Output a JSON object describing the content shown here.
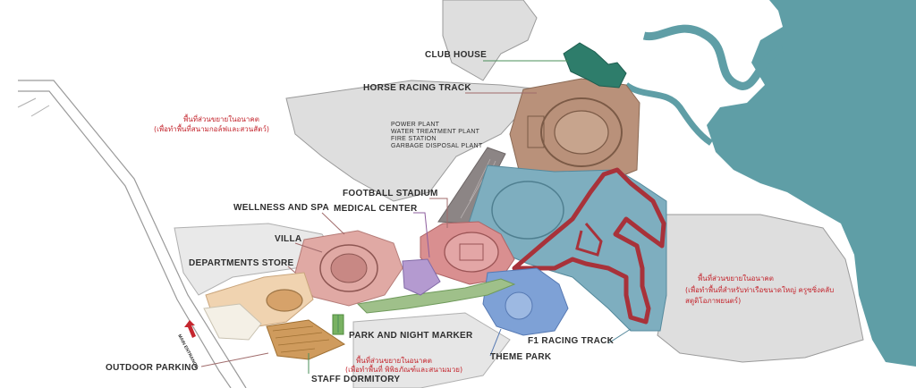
{
  "labels": {
    "club_house": "CLUB HOUSE",
    "horse_racing_track": "HORSE RACING TRACK",
    "power_plant": "POWER PLANT",
    "water_treatment_plant": "WATER TREATMENT PLANT",
    "fire_station": "FIRE STATION",
    "garbage_disposal_plant": "GARBAGE DISPOSAL PLANT",
    "football_stadium": "FOOTBALL STADIUM",
    "wellness_and_spa": "WELLNESS AND SPA",
    "medical_center": "MEDICAL CENTER",
    "villa": "VILLA",
    "departments_store": "DEPARTMENTS STORE",
    "park_and_night_marker": "PARK AND NIGHT MARKER",
    "outdoor_parking": "OUTDOOR PARKING",
    "staff_dormitory": "STAFF DORMITORY",
    "f1_racing_track": "F1 RACING TRACK",
    "theme_park": "THEME PARK",
    "main_entrance": "MAIN ENTRANCE"
  },
  "thai_notes": {
    "future_area_1_line1": "พื้นที่ส่วนขยายในอนาคต",
    "future_area_1_line2": "(เพื่อทำพื้นที่สนามกอล์ฟและสวนสัตว์)",
    "future_area_2_line1": "พื้นที่ส่วนขยายในอนาคต",
    "future_area_2_line2": "(เพื่อทำพื้นที่สำหรับท่าเรือขนาดใหญ่ ครูซซิ่งคลับ",
    "future_area_2_line3": "สตูดิโอภาพยนตร์)",
    "future_area_3_line1": "พื้นที่ส่วนขยายในอนาคต",
    "future_area_3_line2": "(เพื่อทำพื้นที่ พิพิธภัณฑ์และสนามมวย)"
  },
  "colors": {
    "water": "#5f9ea6",
    "land": "#dedede",
    "club_house": "#2e7d6b",
    "horse_racing": "#b9917a",
    "stadium": "#d98f90",
    "f1_zone": "#7eaebf",
    "f1_track": "#a8323a",
    "theme_park": "#7ea1d6",
    "park_green": "#9fc08a",
    "wellness": "#e0a9a4",
    "villa_purple": "#b49ad0",
    "dept_store": "#f0d3b0",
    "parking": "#cf9b5d",
    "leader_red": "#c4262e",
    "leader_green": "#4a8f5a"
  }
}
